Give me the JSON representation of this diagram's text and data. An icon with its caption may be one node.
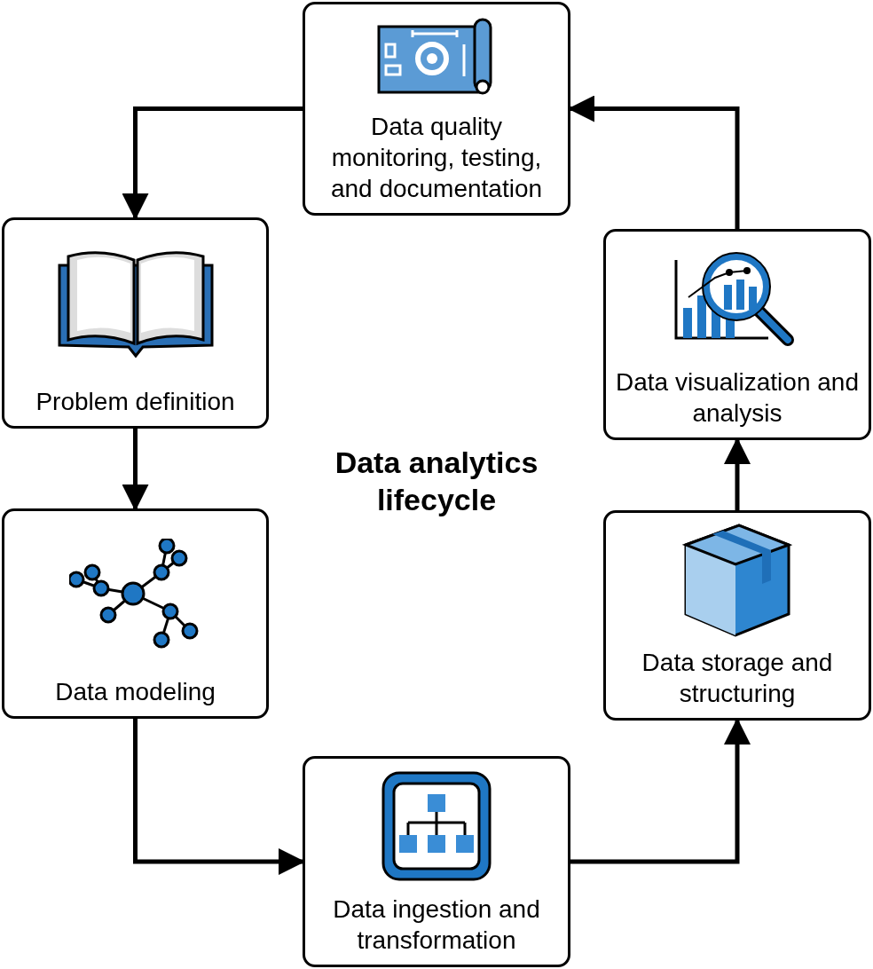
{
  "diagram": {
    "title": "Data analytics lifecycle",
    "nodes": [
      {
        "text": [
          "Data quality monitoring, testing, and documentation"
        ]
      },
      {
        "text": [
          "Problem definition"
        ]
      },
      {
        "text": [
          "Data modeling"
        ]
      },
      {
        "text": [
          "Data ingestion and transformation"
        ]
      },
      {
        "text": [
          "Data storage and structuring"
        ]
      },
      {
        "text": [
          "Data visualization and analysis"
        ]
      }
    ],
    "edges": [
      {
        "from": 0,
        "to": 1,
        "arrow": "to"
      },
      {
        "from": 1,
        "to": 2,
        "arrow": "to"
      },
      {
        "from": 2,
        "to": 3,
        "arrow": "to"
      },
      {
        "from": 3,
        "to": 4,
        "arrow": "to"
      },
      {
        "from": 4,
        "to": 5,
        "arrow": "to"
      },
      {
        "from": 5,
        "to": 0,
        "arrow": "to"
      }
    ]
  }
}
